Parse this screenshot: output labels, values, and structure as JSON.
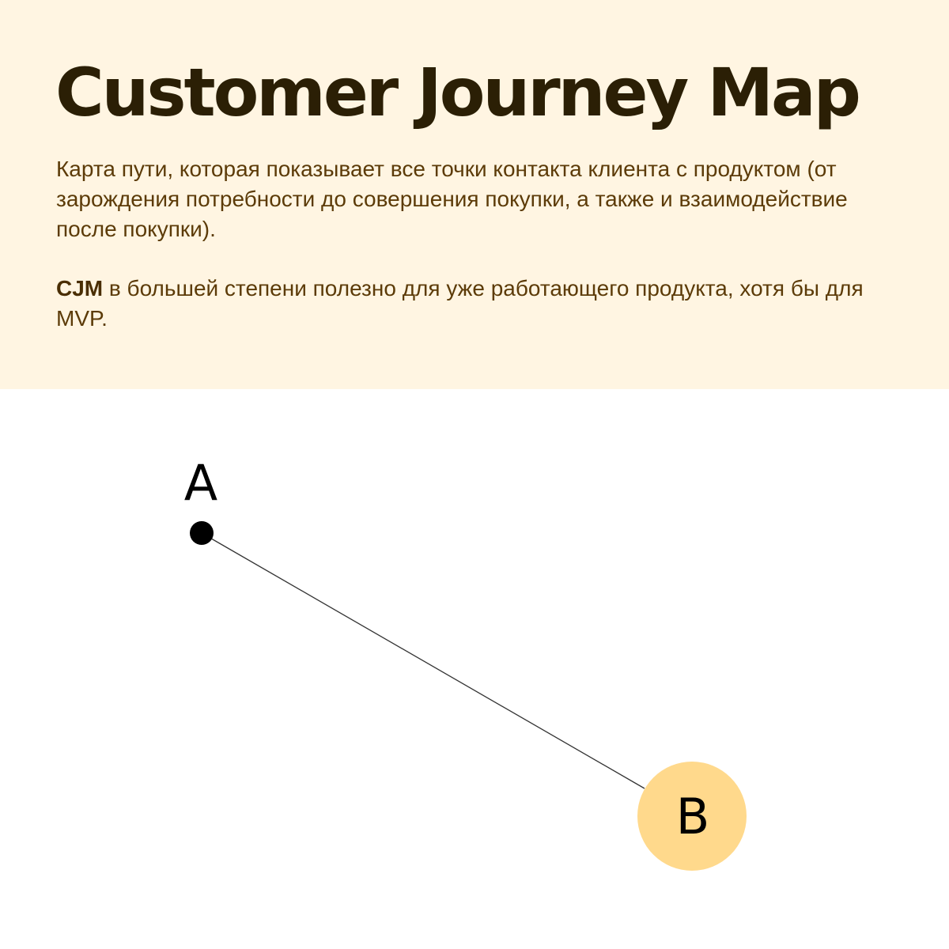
{
  "header": {
    "title": "Customer Journey Map",
    "description": "Карта пути, которая показывает все точки контакта клиента с продуктом (от зарождения потребности до совершения покупки, а также и взаимодействие после покупки).",
    "note_lead": "CJM",
    "note_rest": " в большей степени полезно для уже работающего продукта, хотя бы для MVP."
  },
  "diagram": {
    "start": {
      "label": "A",
      "color": "#000000"
    },
    "end": {
      "label": "B",
      "color": "#ffd98c"
    },
    "path_color": "#333333"
  },
  "colors": {
    "header_background": "#fff5e2",
    "title": "#2b1f05",
    "body_text": "#5c3b08"
  }
}
